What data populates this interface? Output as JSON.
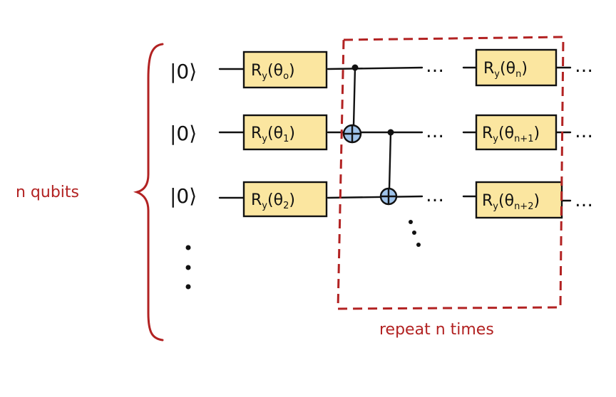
{
  "qubits": [
    {
      "ket": "|0⟩",
      "gate1": {
        "base": "R",
        "sub1": "y",
        "arg": "θ",
        "argsub": "o"
      },
      "gate2": {
        "base": "R",
        "sub1": "y",
        "arg": "θ",
        "argsub": "n"
      }
    },
    {
      "ket": "|0⟩",
      "gate1": {
        "base": "R",
        "sub1": "y",
        "arg": "θ",
        "argsub": "1"
      },
      "gate2": {
        "base": "R",
        "sub1": "y",
        "arg": "θ",
        "argsub": "n+1"
      }
    },
    {
      "ket": "|0⟩",
      "gate1": {
        "base": "R",
        "sub1": "y",
        "arg": "θ",
        "argsub": "2"
      },
      "gate2": {
        "base": "R",
        "sub1": "y",
        "arg": "θ",
        "argsub": "n+2"
      }
    }
  ],
  "ellipsis": "…",
  "brace_label": "n qubits",
  "repeat_label": "repeat n times",
  "colors": {
    "gate_fill": "#fbe6a0",
    "target_fill": "#9fc3ea",
    "annotation": "#b22222"
  }
}
